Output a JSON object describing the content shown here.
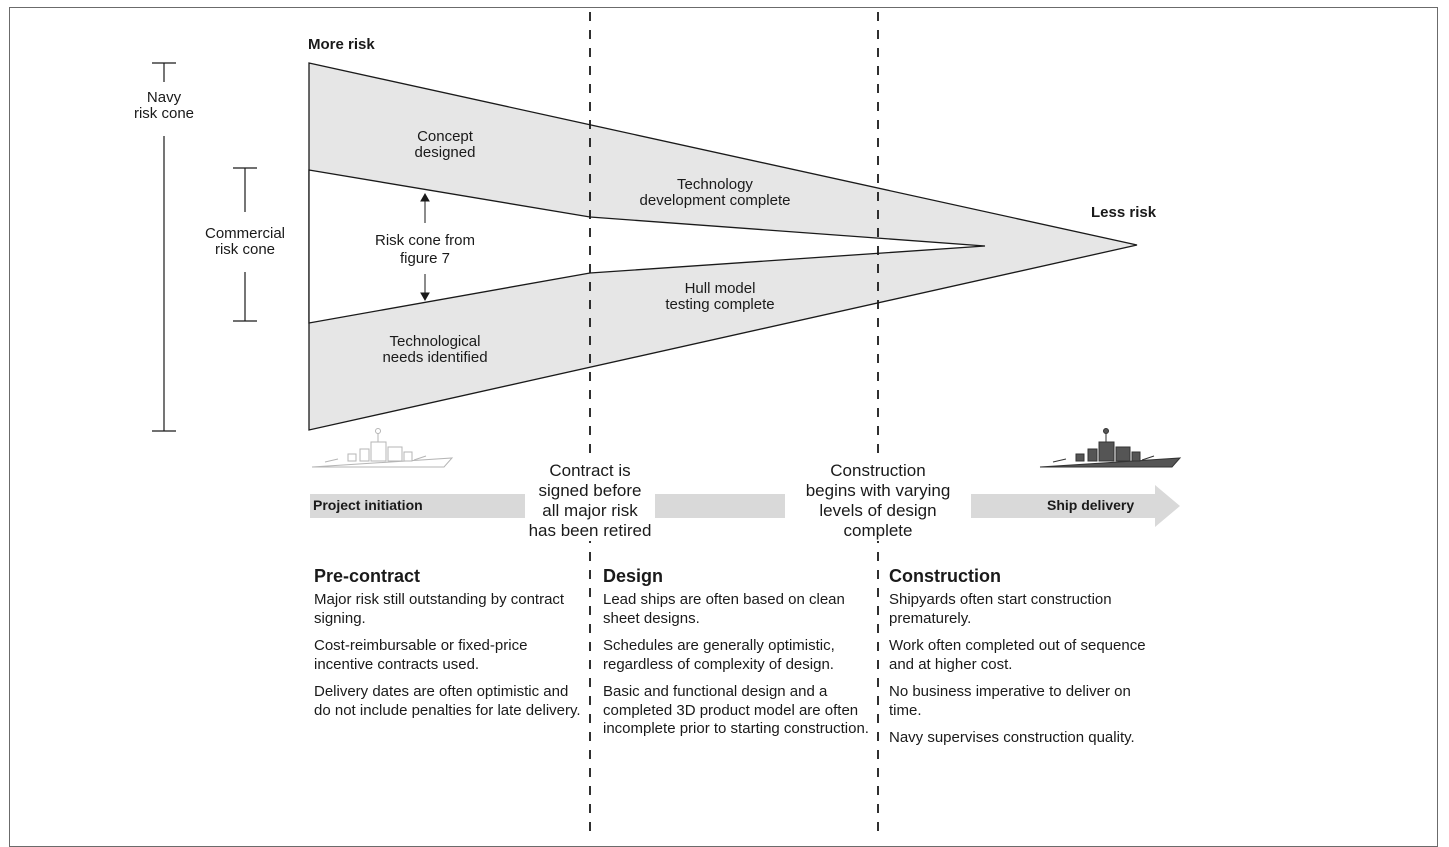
{
  "risk_labels": {
    "more_risk": "More risk",
    "less_risk": "Less risk"
  },
  "brackets": {
    "navy": "Navy\nrisk cone",
    "commercial": "Commercial\nrisk cone"
  },
  "cone_labels": {
    "concept": "Concept\ndesigned",
    "technology": "Technology\ndevelopment complete",
    "risk_cone_ref": "Risk cone from\nfigure 7",
    "hull": "Hull model\ntesting complete",
    "needs": "Technological\nneeds identified"
  },
  "timeline": {
    "start": "Project initiation",
    "end": "Ship delivery",
    "milestone_contract": "Contract is\nsigned before\nall major risk\nhas been retired",
    "milestone_construction": "Construction\nbegins with varying\nlevels of design\ncomplete"
  },
  "icons": {
    "start_ship": "ship-outline-icon",
    "end_ship": "ship-filled-icon"
  },
  "colors": {
    "cone_fill": "#e6e6e6",
    "arrow_fill": "#d9d9d9",
    "ship_filled": "#555555",
    "line": "#1a1a1a"
  },
  "phases": [
    {
      "title": "Pre-contract",
      "points": [
        "Major risk still outstanding by contract signing.",
        "Cost-reimbursable or fixed-price incentive contracts used.",
        "Delivery dates are often optimistic and do not include penalties for late delivery."
      ]
    },
    {
      "title": "Design",
      "points": [
        "Lead ships are often based on clean sheet designs.",
        "Schedules are generally optimistic, regardless of complexity of design.",
        "Basic and functional design and a completed 3D product model are often incomplete prior to starting construction."
      ]
    },
    {
      "title": "Construction",
      "points": [
        "Shipyards often start construction prematurely.",
        "Work often completed out of sequence and at higher cost.",
        "No business imperative to deliver on time.",
        "Navy supervises construction quality."
      ]
    }
  ]
}
